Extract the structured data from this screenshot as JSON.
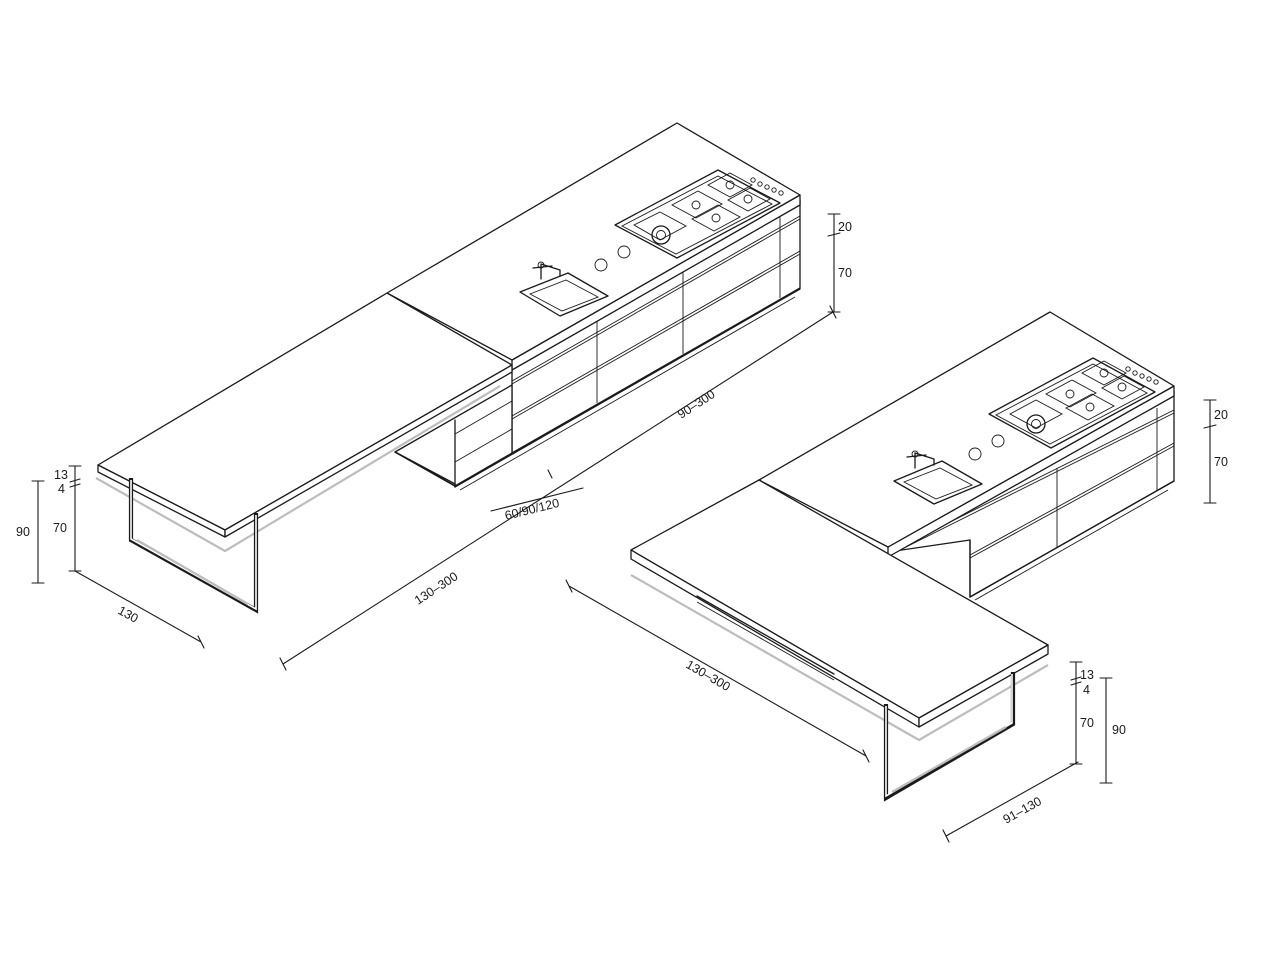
{
  "left_island": {
    "dims": {
      "leg_top": "13",
      "leg_gap": "4",
      "leg_height": "70",
      "total_height": "90",
      "depth": "130",
      "table_length": "130–300",
      "drawer_width": "60/90/120",
      "unit_length": "90–300",
      "worktop": "20",
      "cabinet": "70"
    }
  },
  "right_island": {
    "dims": {
      "worktop": "20",
      "cabinet": "70",
      "table_length": "130–300",
      "leg_top": "13",
      "leg_gap": "4",
      "leg_height": "70",
      "total_height": "90",
      "depth": "91–130"
    }
  }
}
